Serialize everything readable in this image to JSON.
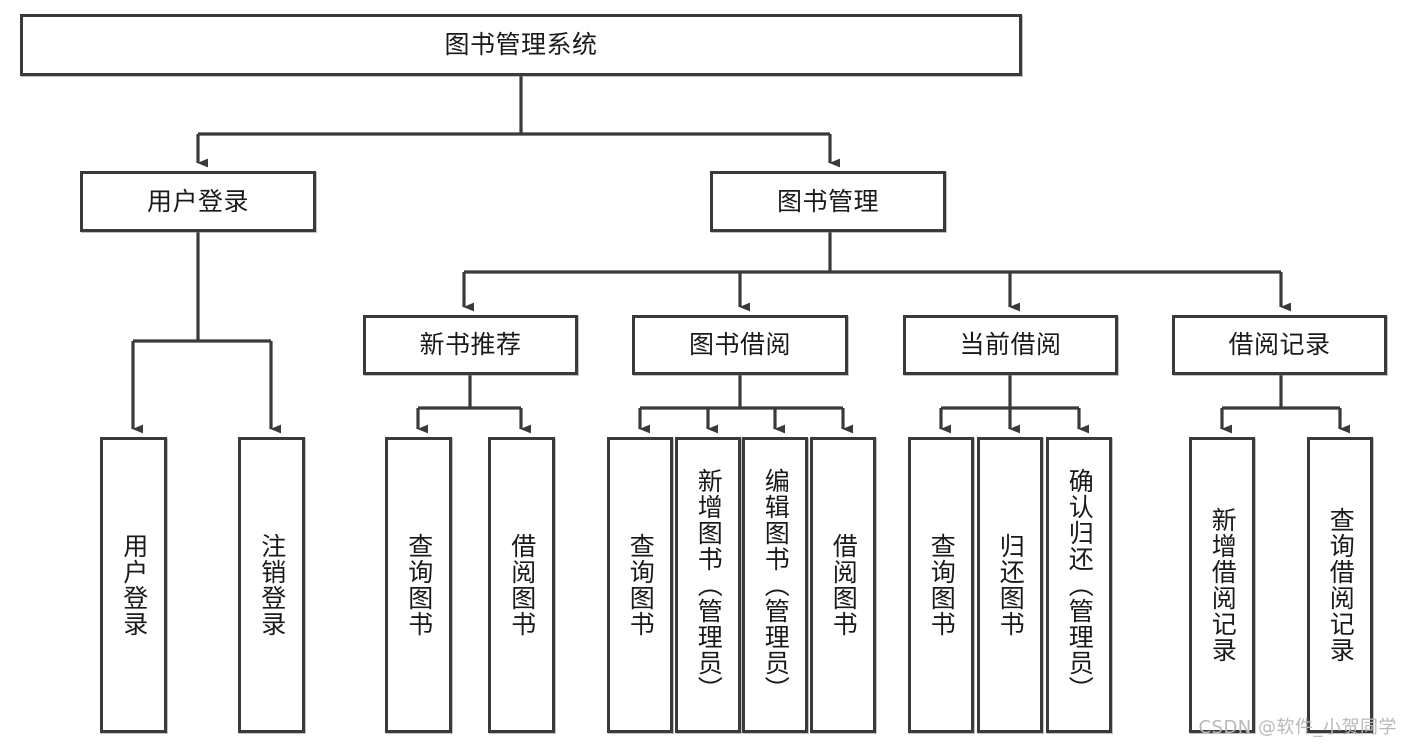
{
  "diagram": {
    "title": "图书管理系统",
    "watermark": "CSDN @软件_小贺同学",
    "colors": {
      "stroke": "#3a3a3a",
      "background": "#ffffff",
      "text": "#1a1a1a",
      "watermark": "#b9b9b9"
    },
    "nodes": {
      "root": {
        "label": "图书管理系统"
      },
      "level2": [
        {
          "id": "user-login",
          "label": "用户登录"
        },
        {
          "id": "book-management",
          "label": "图书管理"
        }
      ],
      "level3": [
        {
          "id": "new-book-recommend",
          "label": "新书推荐"
        },
        {
          "id": "book-borrow",
          "label": "图书借阅"
        },
        {
          "id": "current-borrow",
          "label": "当前借阅"
        },
        {
          "id": "borrow-record",
          "label": "借阅记录"
        }
      ],
      "leaves": {
        "user_login": [
          {
            "id": "leaf-user-login",
            "label": "用户登录"
          },
          {
            "id": "leaf-logout-login",
            "label": "注销登录"
          }
        ],
        "new_book_recommend": [
          {
            "id": "leaf-query-book-1",
            "label": "查询图书"
          },
          {
            "id": "leaf-borrow-book-1",
            "label": "借阅图书"
          }
        ],
        "book_borrow": [
          {
            "id": "leaf-query-book-2",
            "label": "查询图书"
          },
          {
            "id": "leaf-add-book-admin",
            "label": "新增图书（管理员）"
          },
          {
            "id": "leaf-edit-book-admin",
            "label": "编辑图书（管理员）"
          },
          {
            "id": "leaf-borrow-book-2",
            "label": "借阅图书"
          }
        ],
        "current_borrow": [
          {
            "id": "leaf-query-book-3",
            "label": "查询图书"
          },
          {
            "id": "leaf-return-book",
            "label": "归还图书"
          },
          {
            "id": "leaf-confirm-return-admin",
            "label": "确认归还（管理员）"
          }
        ],
        "borrow_record": [
          {
            "id": "leaf-add-borrow-record",
            "label": "新增借阅记录"
          },
          {
            "id": "leaf-query-borrow-record",
            "label": "查询借阅记录"
          }
        ]
      }
    }
  }
}
